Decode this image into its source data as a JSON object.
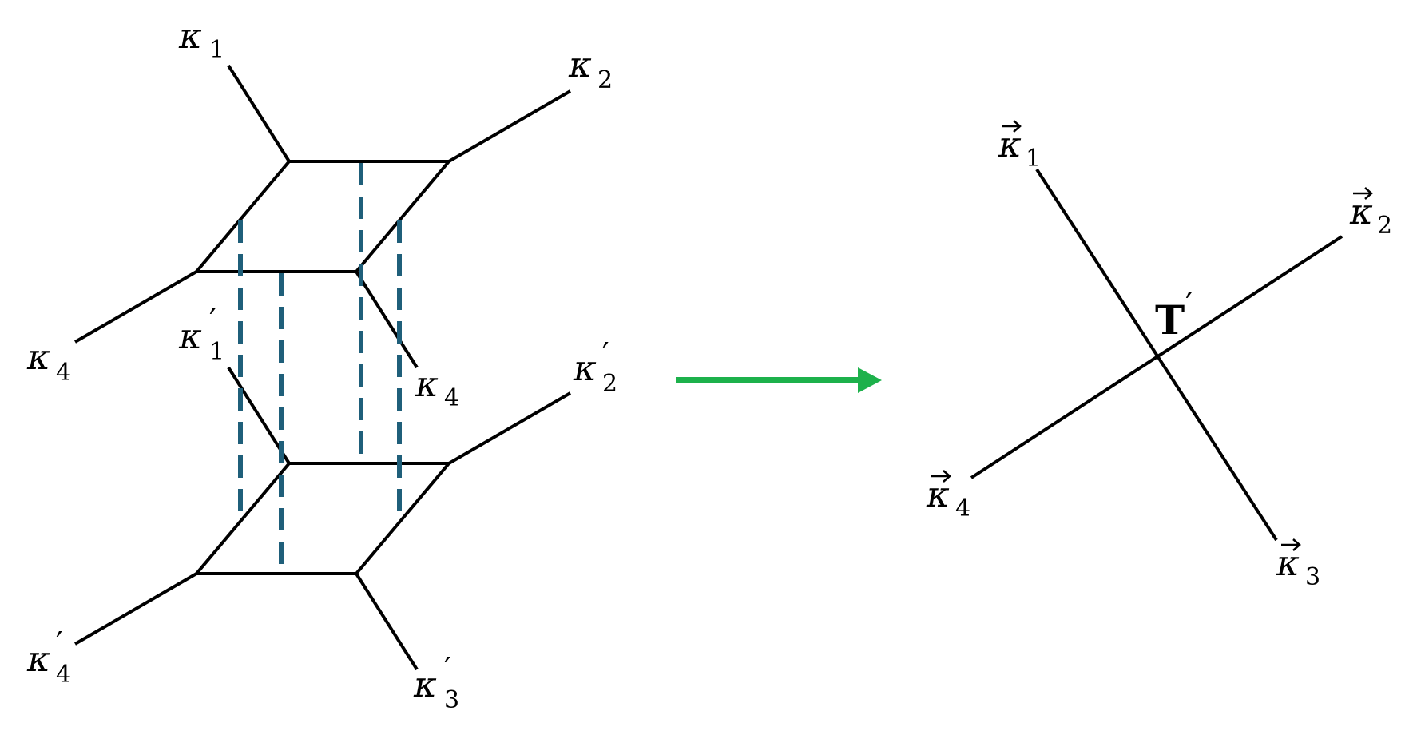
{
  "left_diagram": {
    "top_block": {
      "labels": {
        "k1": {
          "base": "κ",
          "sub": "1",
          "prime": ""
        },
        "k2": {
          "base": "κ",
          "sub": "2",
          "prime": ""
        },
        "k4_left": {
          "base": "κ",
          "sub": "4",
          "prime": ""
        },
        "k4_right": {
          "base": "κ",
          "sub": "4",
          "prime": ""
        }
      }
    },
    "bottom_block": {
      "labels": {
        "k1p": {
          "base": "κ",
          "sub": "1",
          "prime": "′"
        },
        "k2p": {
          "base": "κ",
          "sub": "2",
          "prime": "′"
        },
        "k4p": {
          "base": "κ",
          "sub": "4",
          "prime": "′"
        },
        "k3p": {
          "base": "κ",
          "sub": "3",
          "prime": "′"
        }
      }
    },
    "connector_color": "#1f5f7a"
  },
  "arrow": {
    "color": "#1db14b"
  },
  "right_diagram": {
    "center_label": "T",
    "center_prime": "′",
    "labels": {
      "v1": {
        "base": "κ",
        "sub": "1"
      },
      "v2": {
        "base": "κ",
        "sub": "2"
      },
      "v3": {
        "base": "κ",
        "sub": "3"
      },
      "v4": {
        "base": "κ",
        "sub": "4"
      }
    }
  }
}
